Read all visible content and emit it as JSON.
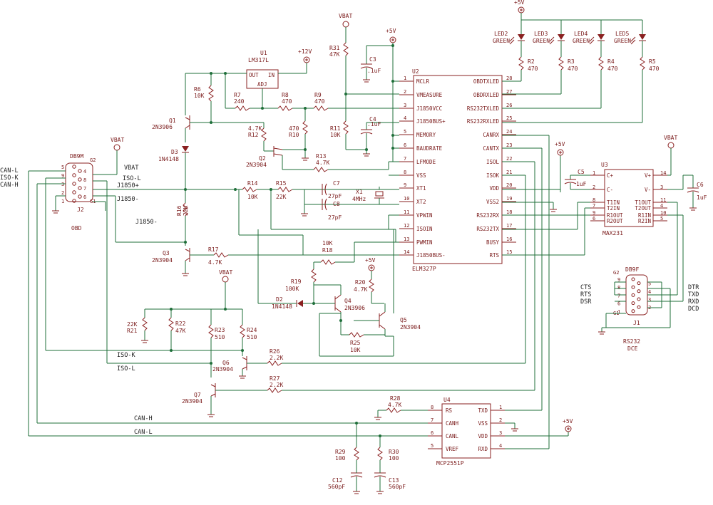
{
  "supplies": {
    "vbat": "VBAT",
    "p5v": "+5V",
    "p12v": "+12V"
  },
  "u1": {
    "ref": "U1",
    "part": "LM317L",
    "out": "OUT",
    "in": "IN",
    "adj": "ADJ"
  },
  "u2": {
    "ref": "U2",
    "part": "ELM327P",
    "left_pins": [
      {
        "num": "1",
        "name": "MCLR"
      },
      {
        "num": "2",
        "name": "VMEASURE"
      },
      {
        "num": "3",
        "name": "J1850VCC"
      },
      {
        "num": "4",
        "name": "J1850BUS+"
      },
      {
        "num": "5",
        "name": "MEMORY"
      },
      {
        "num": "6",
        "name": "BAUDRATE"
      },
      {
        "num": "7",
        "name": "LFMODE"
      },
      {
        "num": "8",
        "name": "VSS"
      },
      {
        "num": "9",
        "name": "XT1"
      },
      {
        "num": "10",
        "name": "XT2"
      },
      {
        "num": "11",
        "name": "VPWIN"
      },
      {
        "num": "12",
        "name": "ISOIN"
      },
      {
        "num": "13",
        "name": "PWMIN"
      },
      {
        "num": "14",
        "name": "J1850BUS-"
      }
    ],
    "right_pins": [
      {
        "num": "28",
        "name": "OBDTXLED"
      },
      {
        "num": "27",
        "name": "OBDRXLED"
      },
      {
        "num": "26",
        "name": "RS232TXLED"
      },
      {
        "num": "25",
        "name": "RS232RXLED"
      },
      {
        "num": "24",
        "name": "CANRX"
      },
      {
        "num": "23",
        "name": "CANTX"
      },
      {
        "num": "22",
        "name": "ISOL"
      },
      {
        "num": "21",
        "name": "ISOK"
      },
      {
        "num": "20",
        "name": "VDD"
      },
      {
        "num": "19",
        "name": "VSS2"
      },
      {
        "num": "18",
        "name": "RS232RX"
      },
      {
        "num": "17",
        "name": "RS232TX"
      },
      {
        "num": "16",
        "name": "BUSY"
      },
      {
        "num": "15",
        "name": "RTS"
      }
    ]
  },
  "u3": {
    "ref": "U3",
    "part": "MAX231",
    "left_pins": [
      {
        "num": "1",
        "name": "C+"
      },
      {
        "num": "2",
        "name": "C-"
      },
      {
        "num": "8",
        "name": "T1IN"
      },
      {
        "num": "7",
        "name": "T2IN"
      },
      {
        "num": "9",
        "name": "R1OUT"
      },
      {
        "num": "6",
        "name": "R2OUT"
      }
    ],
    "right_pins": [
      {
        "num": "14",
        "name": "V+"
      },
      {
        "num": "3",
        "name": "V-"
      },
      {
        "num": "11",
        "name": "T1OUT"
      },
      {
        "num": "4",
        "name": "T2OUT"
      },
      {
        "num": "10",
        "name": "R1IN"
      },
      {
        "num": "5",
        "name": "R2IN"
      }
    ]
  },
  "u4": {
    "ref": "U4",
    "part": "MCP2551P",
    "left_pins": [
      {
        "num": "8",
        "name": "RS"
      },
      {
        "num": "7",
        "name": "CANH"
      },
      {
        "num": "6",
        "name": "CANL"
      },
      {
        "num": "5",
        "name": "VREF"
      }
    ],
    "right_pins": [
      {
        "num": "1",
        "name": "TXD"
      },
      {
        "num": "2",
        "name": "VSS"
      },
      {
        "num": "3",
        "name": "VDD"
      },
      {
        "num": "4",
        "name": "RXD"
      }
    ]
  },
  "leds": [
    {
      "ref": "LED2",
      "color": "GREEN"
    },
    {
      "ref": "LED3",
      "color": "GREEN"
    },
    {
      "ref": "LED4",
      "color": "GREEN"
    },
    {
      "ref": "LED5",
      "color": "GREEN"
    }
  ],
  "resistors": {
    "r2": {
      "ref": "R2",
      "value": "470"
    },
    "r3": {
      "ref": "R3",
      "value": "470"
    },
    "r4": {
      "ref": "R4",
      "value": "470"
    },
    "r5": {
      "ref": "R5",
      "value": "470"
    },
    "r6": {
      "ref": "R6",
      "value": "10K"
    },
    "r7": {
      "ref": "R7",
      "value": "240"
    },
    "r8": {
      "ref": "R8",
      "value": "470"
    },
    "r9": {
      "ref": "R9",
      "value": "470"
    },
    "r10": {
      "ref": "R10",
      "value": "470"
    },
    "r11": {
      "ref": "R11",
      "value": "10K"
    },
    "r12": {
      "ref": "R12",
      "value": "4.7K"
    },
    "r13": {
      "ref": "R13",
      "value": "4.7K"
    },
    "r14": {
      "ref": "R14",
      "value": "10K"
    },
    "r15": {
      "ref": "R15",
      "value": "22K"
    },
    "r16": {
      "ref": "R16",
      "value": "22K"
    },
    "r17": {
      "ref": "R17",
      "value": "4.7K"
    },
    "r18": {
      "ref": "R18",
      "value": "10K"
    },
    "r19": {
      "ref": "R19",
      "value": "100K"
    },
    "r20": {
      "ref": "R20",
      "value": "4.7K"
    },
    "r21": {
      "ref": "R21",
      "value": "22K"
    },
    "r22": {
      "ref": "R22",
      "value": "47K"
    },
    "r23": {
      "ref": "R23",
      "value": "510"
    },
    "r24": {
      "ref": "R24",
      "value": "510"
    },
    "r25": {
      "ref": "R25",
      "value": "10K"
    },
    "r26": {
      "ref": "R26",
      "value": "2.2K"
    },
    "r27": {
      "ref": "R27",
      "value": "2.2K"
    },
    "r28": {
      "ref": "R28",
      "value": "4.7K"
    },
    "r29": {
      "ref": "R29",
      "value": "100"
    },
    "r30": {
      "ref": "R30",
      "value": "100"
    },
    "r31": {
      "ref": "R31",
      "value": "47K"
    }
  },
  "capacitors": {
    "c3": {
      "ref": "C3",
      "value": ".1uF"
    },
    "c4": {
      "ref": "C4",
      "value": ".1uF"
    },
    "c5": {
      "ref": "C5",
      "value": "1uF"
    },
    "c6": {
      "ref": "C6",
      "value": "1uF"
    },
    "c7": {
      "ref": "C7",
      "value": "27pF"
    },
    "c8": {
      "ref": "C8",
      "value": "27pF"
    },
    "c12": {
      "ref": "C12",
      "value": "560pF"
    },
    "c13": {
      "ref": "C13",
      "value": "560pF"
    }
  },
  "crystal": {
    "ref": "X1",
    "value": "4MHz"
  },
  "transistors": {
    "q1": {
      "ref": "Q1",
      "value": "2N3906"
    },
    "q2": {
      "ref": "Q2",
      "value": "2N3904"
    },
    "q3": {
      "ref": "Q3",
      "value": "2N3904"
    },
    "q4": {
      "ref": "Q4",
      "value": "2N3906"
    },
    "q5": {
      "ref": "Q5",
      "value": "2N3904"
    },
    "q6": {
      "ref": "Q6",
      "value": "2N3904"
    },
    "q7": {
      "ref": "Q7",
      "value": "2N3904"
    }
  },
  "diodes": {
    "d2": {
      "ref": "D2",
      "value": "1N4148"
    },
    "d3": {
      "ref": "D3",
      "value": "1N4148"
    }
  },
  "j2": {
    "ref": "J2",
    "name": "DB9M",
    "caption": "OBD",
    "pins": [
      "5",
      "4",
      "9",
      "8",
      "3",
      "7",
      "2",
      "6",
      "1"
    ],
    "g2": "G2",
    "g1": "G1",
    "left_nets": [
      "CAN-L",
      "ISO-K",
      "CAN-H"
    ],
    "right_nets": [
      "VBAT",
      "ISO-L",
      "J1850+",
      "J1850-"
    ]
  },
  "j1": {
    "ref": "J1",
    "name": "DB9F",
    "caption": "RS232",
    "caption2": "DCE",
    "pins": [
      "9",
      "5",
      "8",
      "4",
      "7",
      "3",
      "6",
      "2",
      "1"
    ],
    "g2": "G2",
    "g1": "G1",
    "left_nets": [
      "CTS",
      "RTS",
      "DSR"
    ],
    "right_nets": [
      "DTR",
      "TXD",
      "RXD",
      "DCD"
    ]
  },
  "nets": {
    "j1850_minus": "J1850-",
    "iso_k": "ISO-K",
    "iso_l": "ISO-L",
    "can_h": "CAN-H",
    "can_l": "CAN-L"
  }
}
